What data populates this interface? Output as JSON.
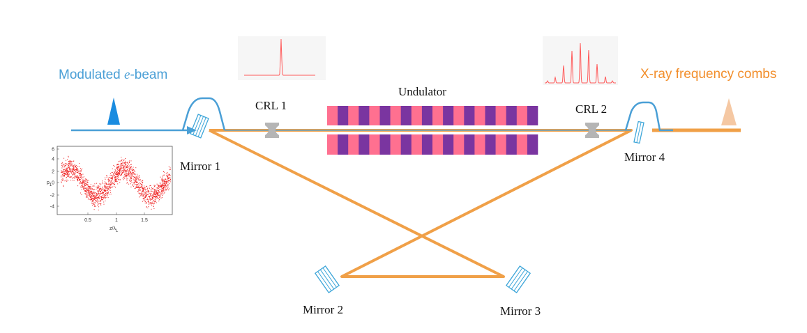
{
  "labels": {
    "ebeam_prefix": "Modulated ",
    "ebeam_italic": "e",
    "ebeam_suffix": "-beam",
    "output": "X-ray frequency combs",
    "undulator": "Undulator",
    "crl1": "CRL 1",
    "crl2": "CRL 2",
    "mirror1": "Mirror 1",
    "mirror2": "Mirror 2",
    "mirror3": "Mirror 3",
    "mirror4": "Mirror 4"
  },
  "phase_space_plot": {
    "ylabel_main": "p",
    "ylabel_sub": "1",
    "xlabel_main": "z/λ",
    "xlabel_sub": "L",
    "xticks": [
      "0.5",
      "1",
      "1.5"
    ],
    "yticks": [
      "6",
      "4",
      "2",
      "0",
      "-2",
      "-4"
    ]
  },
  "colors": {
    "ebeam": "#4a9fd6",
    "xray": "#f0a048",
    "undulator_pink": "#ff7090",
    "undulator_purple": "#7a35a0",
    "crl": "#b5b5b5",
    "spectrum": "#ff5a5a",
    "scatter": "#ee1c1c"
  },
  "icons": [
    "triangle-pulse-icon",
    "mirror-icon",
    "lens-icon"
  ]
}
